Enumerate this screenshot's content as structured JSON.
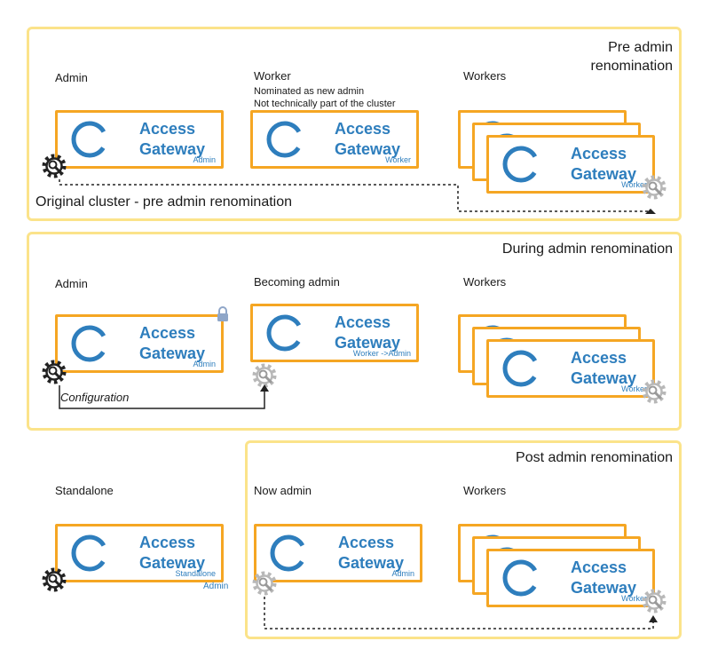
{
  "panels": {
    "pre": {
      "title": "Pre admin renomination"
    },
    "during": {
      "title": "During admin renomination"
    },
    "post": {
      "title": "Post admin renomination"
    }
  },
  "pre": {
    "admin_label": "Admin",
    "worker_label": "Worker",
    "worker_note1": "Nominated as new admin",
    "worker_note2": "Not technically part of the cluster",
    "workers_label": "Workers",
    "cluster_caption": "Original  cluster - pre admin renomination"
  },
  "during": {
    "admin_label": "Admin",
    "becoming_label": "Becoming admin",
    "workers_label": "Workers",
    "config_label": "Configuration"
  },
  "post": {
    "standalone_label": "Standalone",
    "nowadmin_label": "Now admin",
    "workers_label": "Workers"
  },
  "card_text": {
    "line1": "Access",
    "line2": "Gateway"
  },
  "roles": {
    "admin": "Admin",
    "worker": "Worker",
    "worker_to_admin": "Worker ->Admin",
    "standalone": "Standalone"
  },
  "colors": {
    "panel_border": "#fbe38a",
    "card_border": "#f5a623",
    "accent_blue": "#2e7ebd",
    "gear_dark": "#222222",
    "gear_light": "#b8b8b8",
    "lock": "#8fa6c8"
  }
}
